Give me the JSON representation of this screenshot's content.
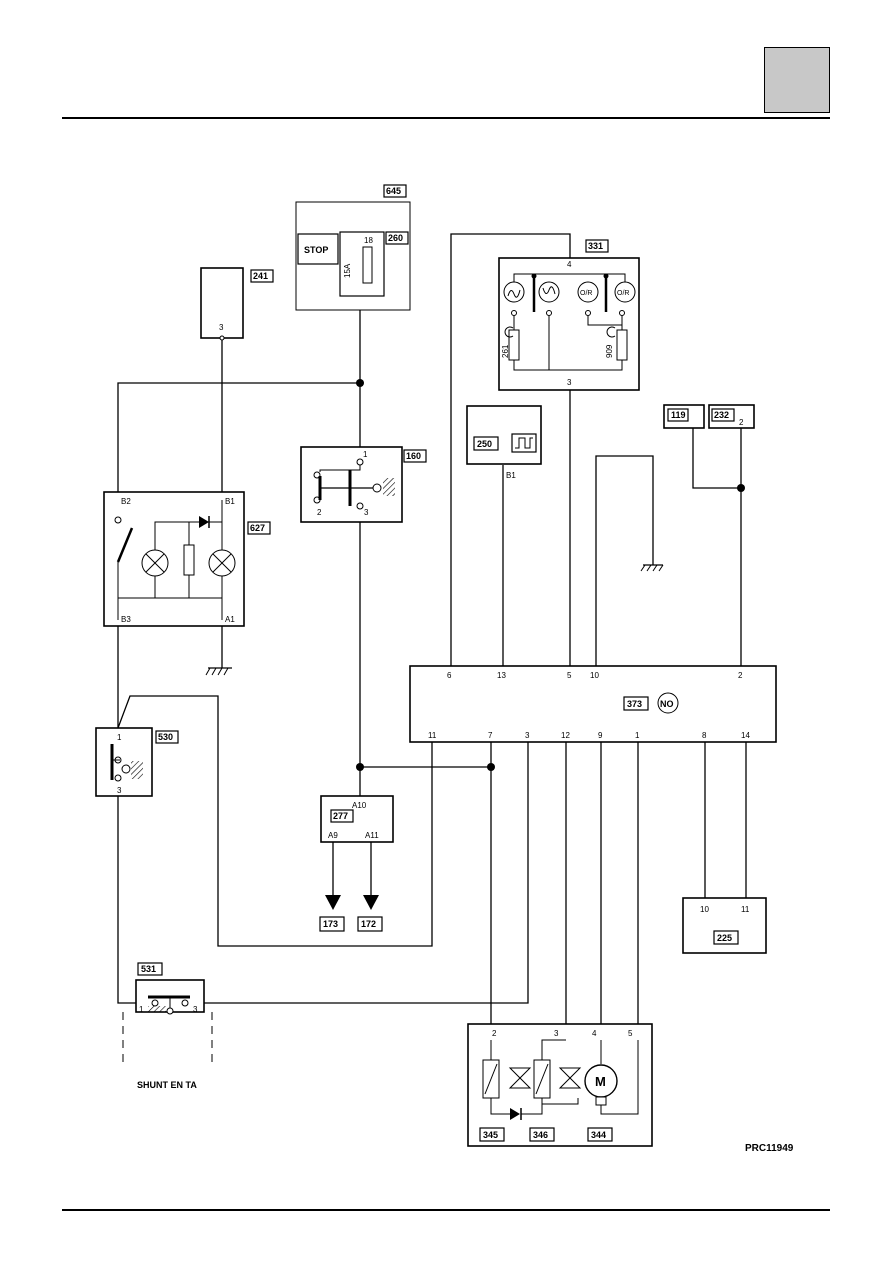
{
  "figure_ref": "PRC11949",
  "components": {
    "c645": "645",
    "c260": "260",
    "c241": "241",
    "c331": "331",
    "c160": "160",
    "c627": "627",
    "c250": "250",
    "c119": "119",
    "c232": "232",
    "c530": "530",
    "c373": "373",
    "c277": "277",
    "c173": "173",
    "c172": "172",
    "c225": "225",
    "c531": "531",
    "c345": "345",
    "c346": "346",
    "c344": "344"
  },
  "labels": {
    "stop": "STOP",
    "fuse_rating": "15A",
    "fuse_number": "18",
    "no": "NO",
    "shunt": "SHUNT EN TA",
    "res_261": "261",
    "res_909": "909",
    "or1": "O/R",
    "or2": "O/R",
    "motor": "M"
  },
  "pins": {
    "p241_3": "3",
    "p331_4": "4",
    "p331_3": "3",
    "p160_1": "1",
    "p160_2": "2",
    "p160_3": "3",
    "p627_b2": "B2",
    "p627_b1": "B1",
    "p627_b3": "B3",
    "p627_a1": "A1",
    "p250_b1": "B1",
    "p232_2": "2",
    "p373_6": "6",
    "p373_13": "13",
    "p373_5": "5",
    "p373_10": "10",
    "p373_2": "2",
    "p373_11": "11",
    "p373_7": "7",
    "p373_3": "3",
    "p373_12": "12",
    "p373_9": "9",
    "p373_1": "1",
    "p373_8": "8",
    "p373_14": "14",
    "p530_1": "1",
    "p530_3": "3",
    "p277_a10": "A10",
    "p277_a9": "A9",
    "p277_a11": "A11",
    "p225_10": "10",
    "p225_11": "11",
    "p531_1": "1",
    "p531_3": "3",
    "p344_2": "2",
    "p344_3": "3",
    "p344_4": "4",
    "p344_5": "5"
  }
}
